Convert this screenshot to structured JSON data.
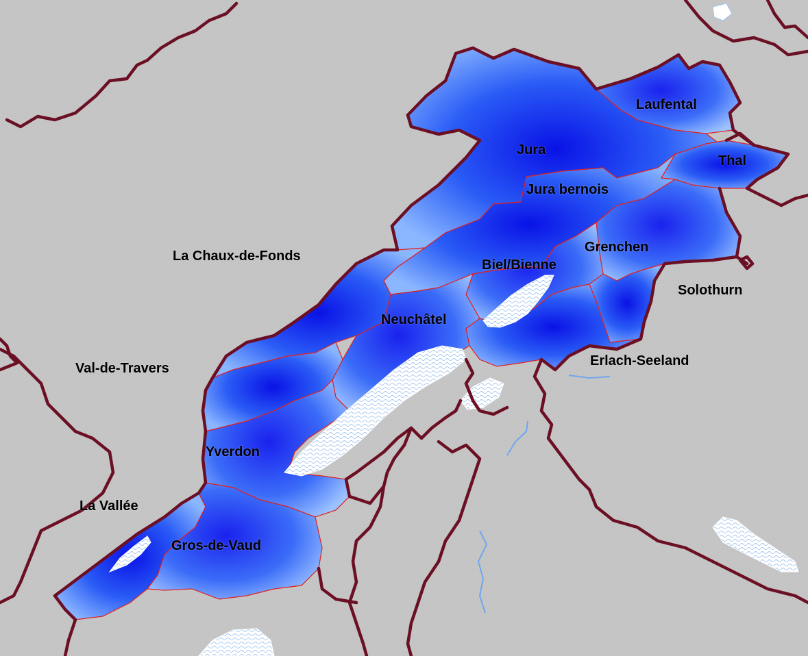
{
  "map": {
    "colors": {
      "background": "#c8c8c8",
      "region_fill_dark": "#0a12e6",
      "region_fill_light": "#8ab6ff",
      "region_border": "#e02020",
      "country_border": "#6b0f24",
      "lake_fill": "#ffffff",
      "lake_pattern": "#9fc4ee"
    },
    "labels": [
      {
        "id": "laufental",
        "text": "Laufental"
      },
      {
        "id": "jura",
        "text": "Jura"
      },
      {
        "id": "thal",
        "text": "Thal"
      },
      {
        "id": "jura-bernois",
        "text": "Jura bernois"
      },
      {
        "id": "grenchen",
        "text": "Grenchen"
      },
      {
        "id": "la-chaux-de-fonds",
        "text": "La Chaux-de-Fonds"
      },
      {
        "id": "biel-bienne",
        "text": "Biel/Bienne"
      },
      {
        "id": "solothurn",
        "text": "Solothurn"
      },
      {
        "id": "neuchatel",
        "text": "Neuchâtel"
      },
      {
        "id": "erlach-seeland",
        "text": "Erlach-Seeland"
      },
      {
        "id": "val-de-travers",
        "text": "Val-de-Travers"
      },
      {
        "id": "yverdon",
        "text": "Yverdon"
      },
      {
        "id": "la-vallee",
        "text": "La Vallée"
      },
      {
        "id": "gros-de-vaud",
        "text": "Gros-de-Vaud"
      }
    ]
  }
}
